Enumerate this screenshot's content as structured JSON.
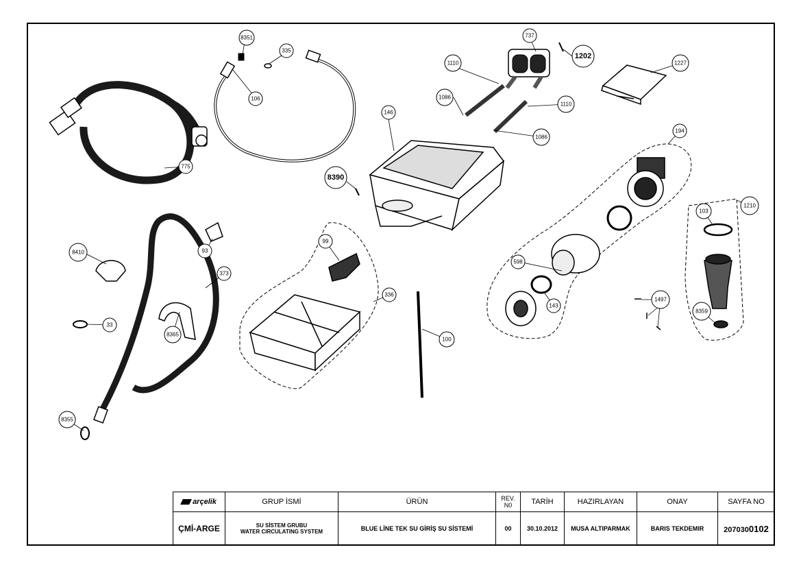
{
  "callouts": [
    {
      "key": "8351",
      "label": "8351"
    },
    {
      "key": "335",
      "label": "335"
    },
    {
      "key": "106",
      "label": "106"
    },
    {
      "key": "775",
      "label": "775"
    },
    {
      "key": "737",
      "label": "737"
    },
    {
      "key": "1202",
      "label": "1202"
    },
    {
      "key": "1110a",
      "label": "1110"
    },
    {
      "key": "1086a",
      "label": "1086"
    },
    {
      "key": "1110b",
      "label": "1110"
    },
    {
      "key": "1086b",
      "label": "1086"
    },
    {
      "key": "146",
      "label": "146"
    },
    {
      "key": "1227",
      "label": "1227"
    },
    {
      "key": "8390",
      "label": "8390"
    },
    {
      "key": "194",
      "label": "194"
    },
    {
      "key": "1210",
      "label": "1210"
    },
    {
      "key": "103",
      "label": "103"
    },
    {
      "key": "8410",
      "label": "8410"
    },
    {
      "key": "93",
      "label": "93"
    },
    {
      "key": "373",
      "label": "373"
    },
    {
      "key": "99",
      "label": "99"
    },
    {
      "key": "336",
      "label": "336"
    },
    {
      "key": "598",
      "label": "598"
    },
    {
      "key": "143",
      "label": "143"
    },
    {
      "key": "1497",
      "label": "1497"
    },
    {
      "key": "8359",
      "label": "8359"
    },
    {
      "key": "33",
      "label": "33"
    },
    {
      "key": "8365",
      "label": "8365"
    },
    {
      "key": "100",
      "label": "100"
    },
    {
      "key": "8355",
      "label": "8355"
    }
  ],
  "title_block": {
    "logo_text": "arçelik",
    "headers": {
      "group_name": "GRUP İSMİ",
      "product": "ÜRÜN",
      "rev_no_line1": "REV.",
      "rev_no_line2": "N0",
      "date": "TARİH",
      "prepared_by": "HAZIRLAYAN",
      "approval": "ONAY",
      "page_no": "SAYFA NO"
    },
    "values": {
      "department": "ÇMİ-ARGE",
      "group_name_tr": "SU SİSTEM GRUBU",
      "group_name_en": "WATER CIRCULATING SYSTEM",
      "product": "BLUE LİNE TEK SU GİRİŞ SU SİSTEMİ",
      "rev_no": "00",
      "date": "30.10.2012",
      "prepared_by": "MUSA ALTIPARMAK",
      "approval": "BARIS TEKDEMIR",
      "page_no_prefix": "207030",
      "page_no_suffix": "0102"
    }
  }
}
